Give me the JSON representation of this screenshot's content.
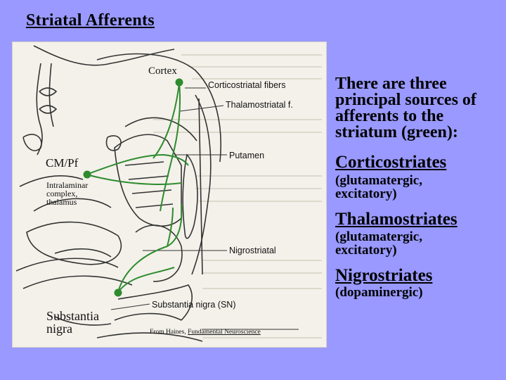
{
  "slide": {
    "title": "Striatal Afferents"
  },
  "figure": {
    "labels": {
      "cortex": "Cortex",
      "cm_pf": "CM/Pf",
      "intralaminar": [
        "Intralaminar",
        "complex,",
        "thalamus"
      ],
      "substantia_nigra": [
        "Substantia",
        "nigra"
      ],
      "corticostriatal_fibers": "Corticostriatal fibers",
      "thalamostriatal": "Thalamostriatal f.",
      "putamen": "Putamen",
      "nigrostriatal": "Nigrostriatal",
      "substantia_nigra_sn": "Substantia nigra (SN)",
      "citation_prefix": "From Haines, ",
      "citation_book": "Fundamental Neuroscience"
    },
    "colors": {
      "pathway": "#2e8b2e",
      "outline": "#333333"
    }
  },
  "text": {
    "intro": [
      "There are three",
      "principal sources of",
      "afferents to the",
      "striatum (green):"
    ],
    "sources": [
      {
        "name": "Corticostriates",
        "detail": [
          "(glutamatergic,",
          "excitatory)"
        ]
      },
      {
        "name": "Thalamostriates",
        "detail": [
          "(glutamatergic,",
          "excitatory)"
        ]
      },
      {
        "name": "Nigrostriates",
        "detail": [
          "(dopaminergic)"
        ]
      }
    ]
  }
}
